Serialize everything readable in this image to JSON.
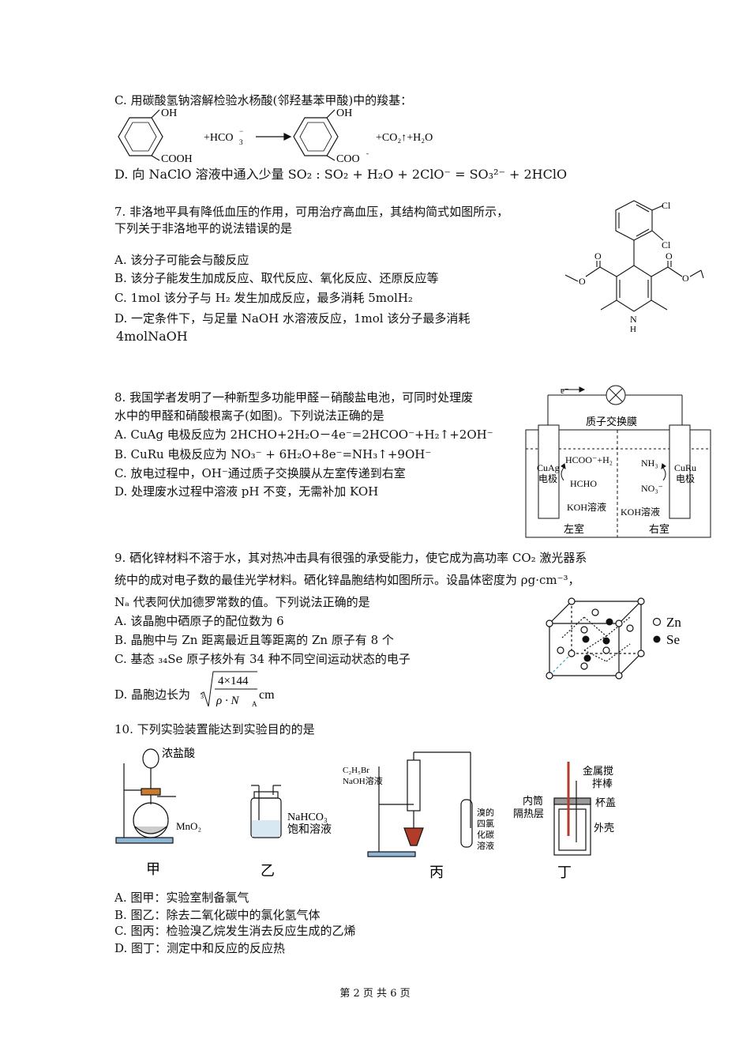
{
  "q6": {
    "optC": "C. 用碳酸氢钠溶解检验水杨酸(邻羟基苯甲酸)中的羧基：",
    "eq": {
      "oh": "OH",
      "cooh": "COOH",
      "hco3": "+HCO",
      "coo": "COO",
      "prod": "+CO₂↑+H₂O"
    },
    "optD": "D. 向 NaClO 溶液中通入少量 SO₂ : SO₂ + H₂O + 2ClO⁻ = SO₃²⁻ + 2HClO"
  },
  "q7": {
    "stem1": "7. 非洛地平具有降低血压的作用，可用治疗高血压，其结构简式如图所示，",
    "stem2": "下列关于非洛地平的说法错误的是",
    "A": "A. 该分子可能会与酸反应",
    "B": "B. 该分子能发生加成反应、取代反应、氧化反应、还原反应等",
    "C": "C. 1mol 该分子与 H₂ 发生加成反应，最多消耗 5molH₂",
    "D1": "D. 一定条件下，与足量 NaOH 水溶液反应，1mol 该分子最多消耗",
    "D2": "4molNaOH",
    "struct": {
      "cl1": "Cl",
      "cl2": "Cl",
      "o1": "O",
      "o2": "O",
      "o3": "O",
      "o4": "O",
      "n": "N",
      "h": "H"
    }
  },
  "q8": {
    "stem1": "8. 我国学者发明了一种新型多功能甲醛－硝酸盐电池，可同时处理废",
    "stem2": "水中的甲醛和硝酸根离子(如图)。下列说法正确的是",
    "A": "A. CuAg 电极反应为 2HCHO+2H₂O－4e⁻=2HCOO⁻+H₂↑+2OH⁻",
    "B": "B. CuRu 电极反应为 NO₃⁻ + 6H₂O+8e⁻=NH₃↑+9OH⁻",
    "C": "C. 放电过程中，OH⁻通过质子交换膜从左室传递到右室",
    "D": "D. 处理废水过程中溶液 pH 不变，无需补加 KOH",
    "fig": {
      "e": "e⁻",
      "membrane": "质子交换膜",
      "cuag1": "CuAg",
      "cuag2": "电极",
      "curu1": "CuRu",
      "curu2": "电极",
      "hcoo": "HCOO⁻+H₂",
      "hcho": "HCHO",
      "nh3": "NH₃",
      "no3": "NO₃⁻",
      "koh": "KOH溶液",
      "left": "左室",
      "right": "右室"
    }
  },
  "q9": {
    "stem1": "9. 硒化锌材料不溶于水，其对热冲击具有很强的承受能力，使它成为高功率 CO₂ 激光器系",
    "stem2": "统中的成对电子数的最佳光学材料。硒化锌晶胞结构如图所示。设晶体密度为 ρg·cm⁻³，",
    "stem3": "Nₐ 代表阿伏加德罗常数的值。下列说法正确的是",
    "A": "A. 该晶胞中硒原子的配位数为 6",
    "B": "B. 晶胞中与 Zn 距离最近且等距离的 Zn 原子有 8 个",
    "C": "C. 基态 ₃₄Se 原子核外有 34 种不同空间运动状态的电子",
    "D": "D. 晶胞边长为",
    "dnum": "4×144",
    "dden": "ρ · N",
    "dunit": "cm",
    "zn": "Zn",
    "se": "Se"
  },
  "q10": {
    "stem": "10. 下列实验装置能达到实验目的的是",
    "jia": {
      "acid": "浓盐酸",
      "mno2": "MnO₂",
      "cap": "甲"
    },
    "yi": {
      "l1": "NaHCO₃",
      "l2": "饱和溶液",
      "cap": "乙"
    },
    "bing": {
      "r1": "C₂H₅Br",
      "r2": "NaOH溶液",
      "s1": "溴的",
      "s2": "四氯",
      "s3": "化碳",
      "s4": "溶液",
      "cap": "丙"
    },
    "ding": {
      "a1": "金属搅",
      "a2": "拌棒",
      "b": "杯盖",
      "c1": "内筒",
      "c2": "隔热层",
      "d": "外壳",
      "cap": "丁"
    },
    "A": "A. 图甲：实验室制备氯气",
    "B": "B. 图乙：除去二氧化碳中的氯化氢气体",
    "C": "C. 图丙：检验溴乙烷发生消去反应生成的乙烯",
    "D": "D. 图丁：测定中和反应的反应热"
  },
  "footer": "第 2 页 共 6 页"
}
